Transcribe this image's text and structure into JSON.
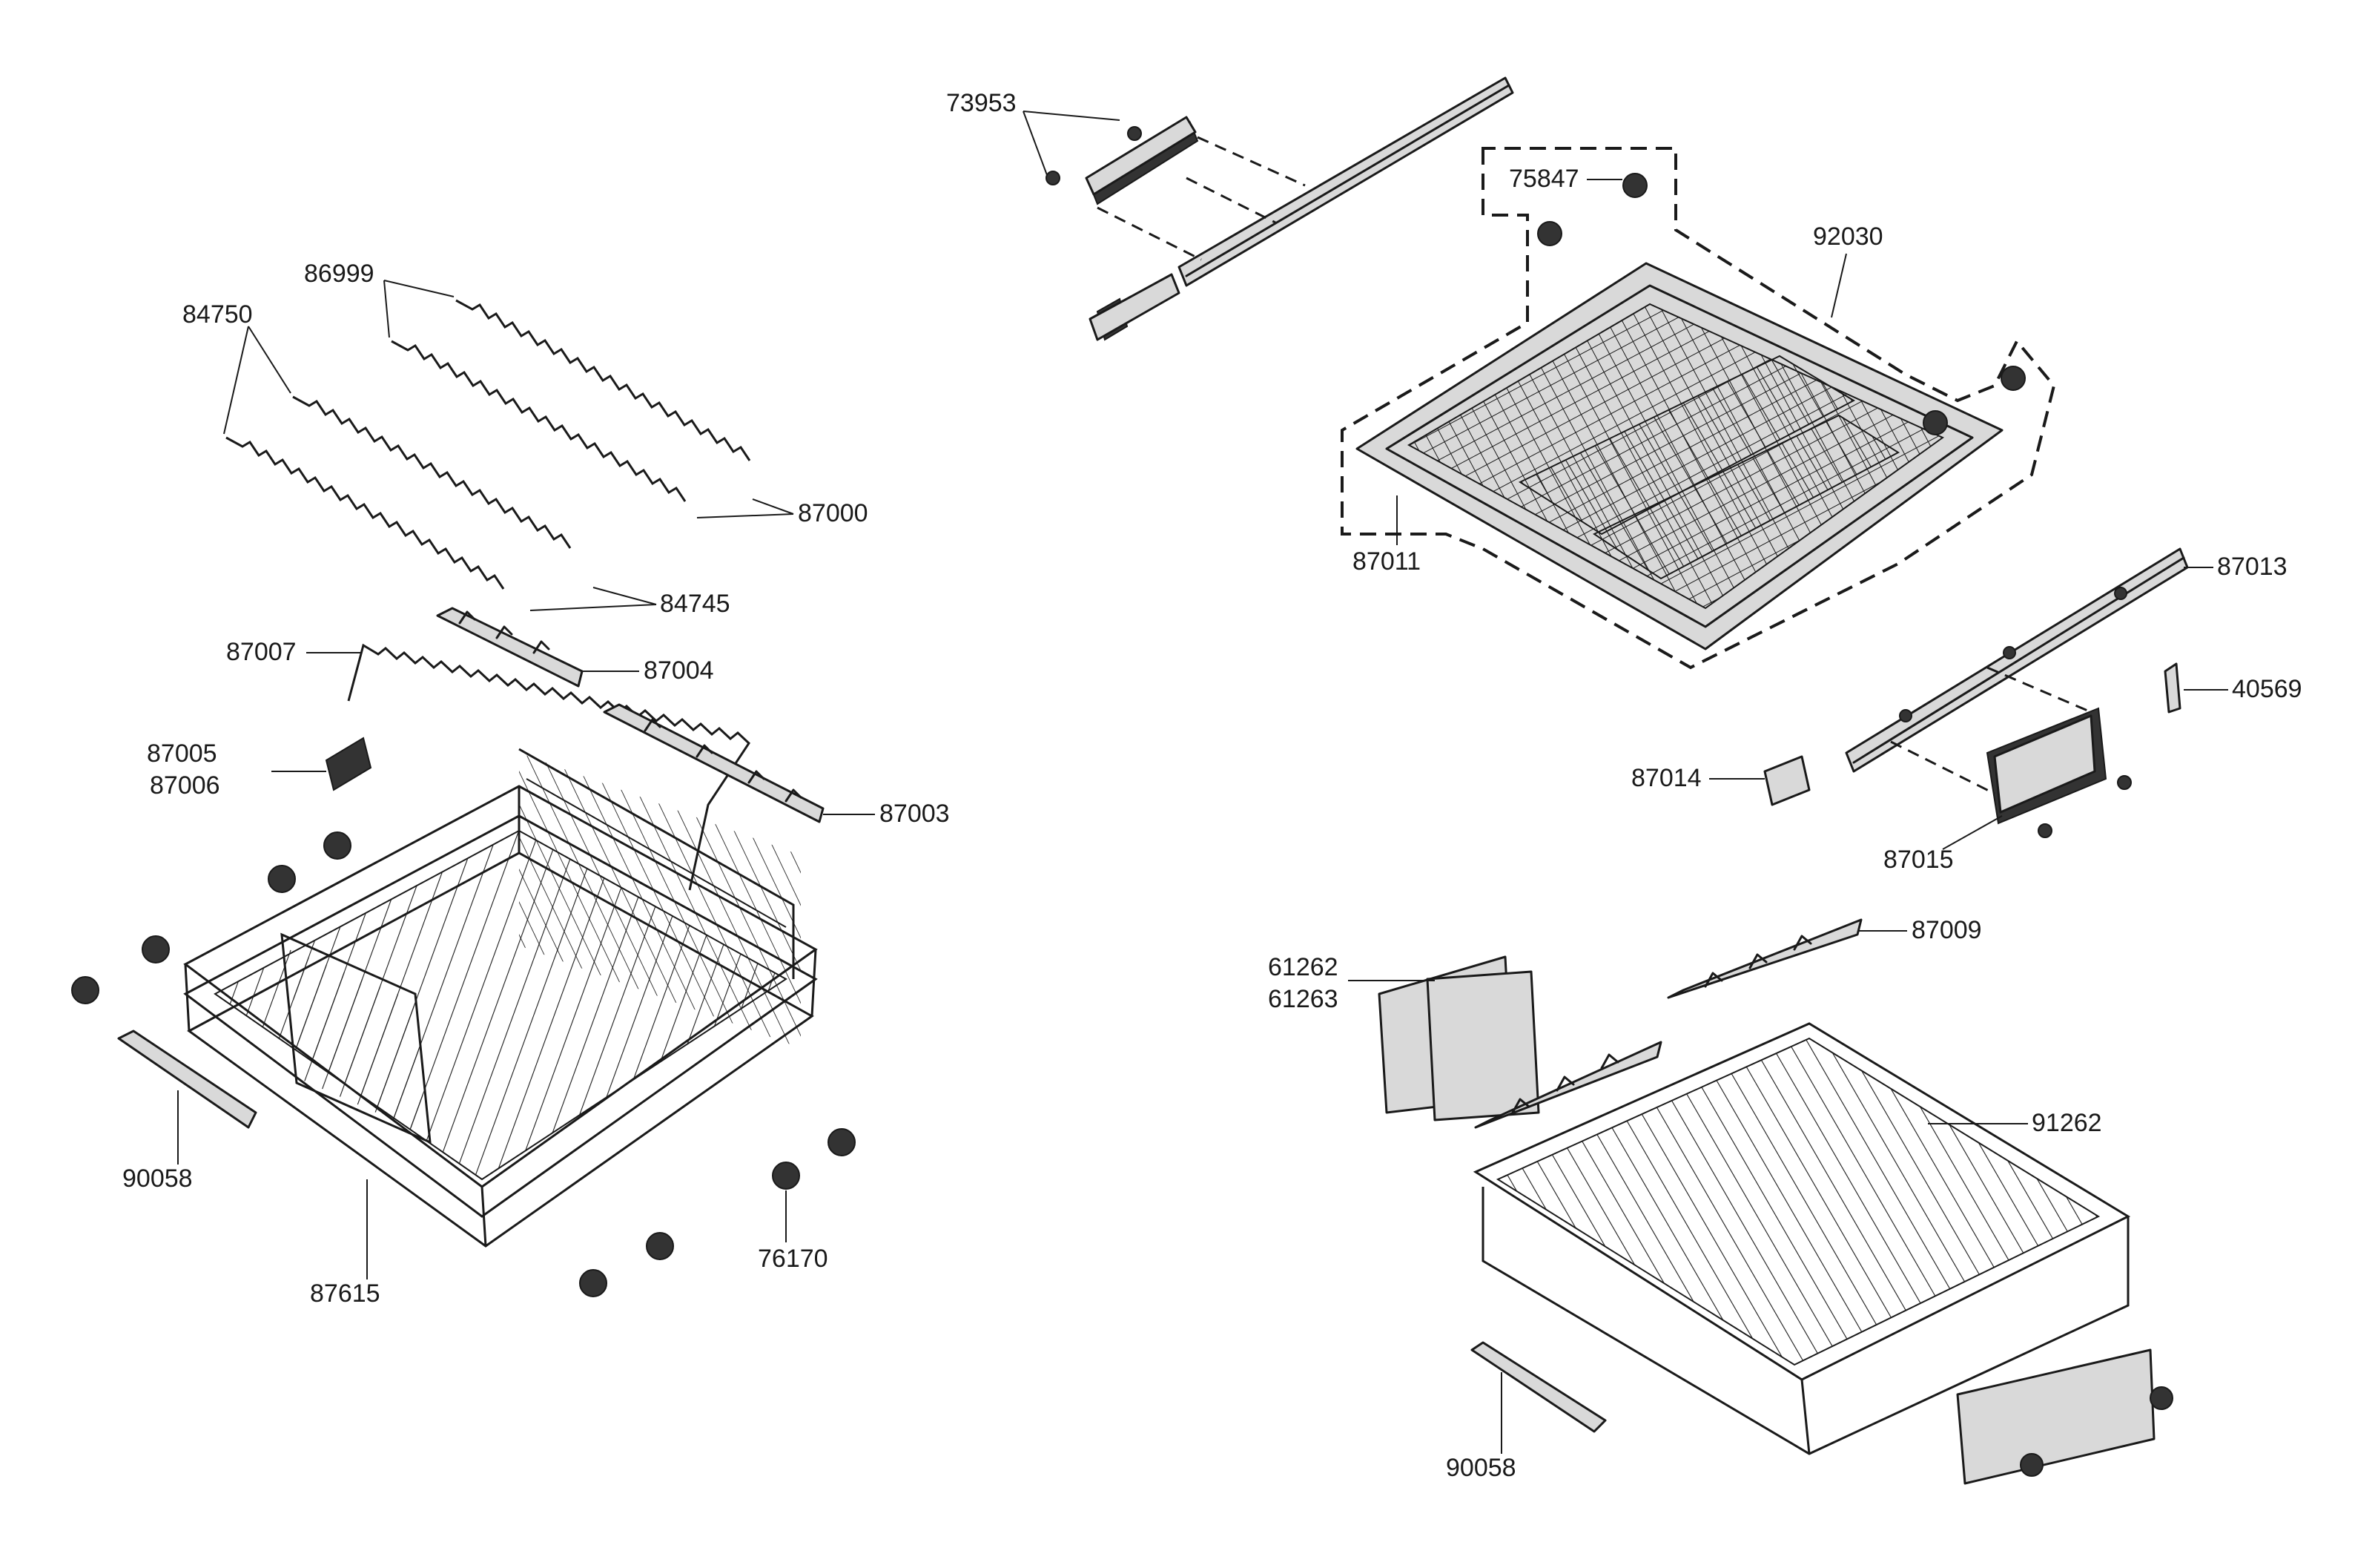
{
  "labels": {
    "p73953": "73953",
    "p75847": "75847",
    "p92030": "92030",
    "p86999": "86999",
    "p84750": "84750",
    "p87000": "87000",
    "p84745": "84745",
    "p87007": "87007",
    "p87004": "87004",
    "p87005": "87005",
    "p87006": "87006",
    "p87003": "87003",
    "p87011": "87011",
    "p87013": "87013",
    "p40569": "40569",
    "p87014": "87014",
    "p87015": "87015",
    "p87009": "87009",
    "p61262": "61262",
    "p61263": "61263",
    "p91262": "91262",
    "p90058_left": "90058",
    "p87615": "87615",
    "p76170": "76170",
    "p90058_right": "90058"
  }
}
